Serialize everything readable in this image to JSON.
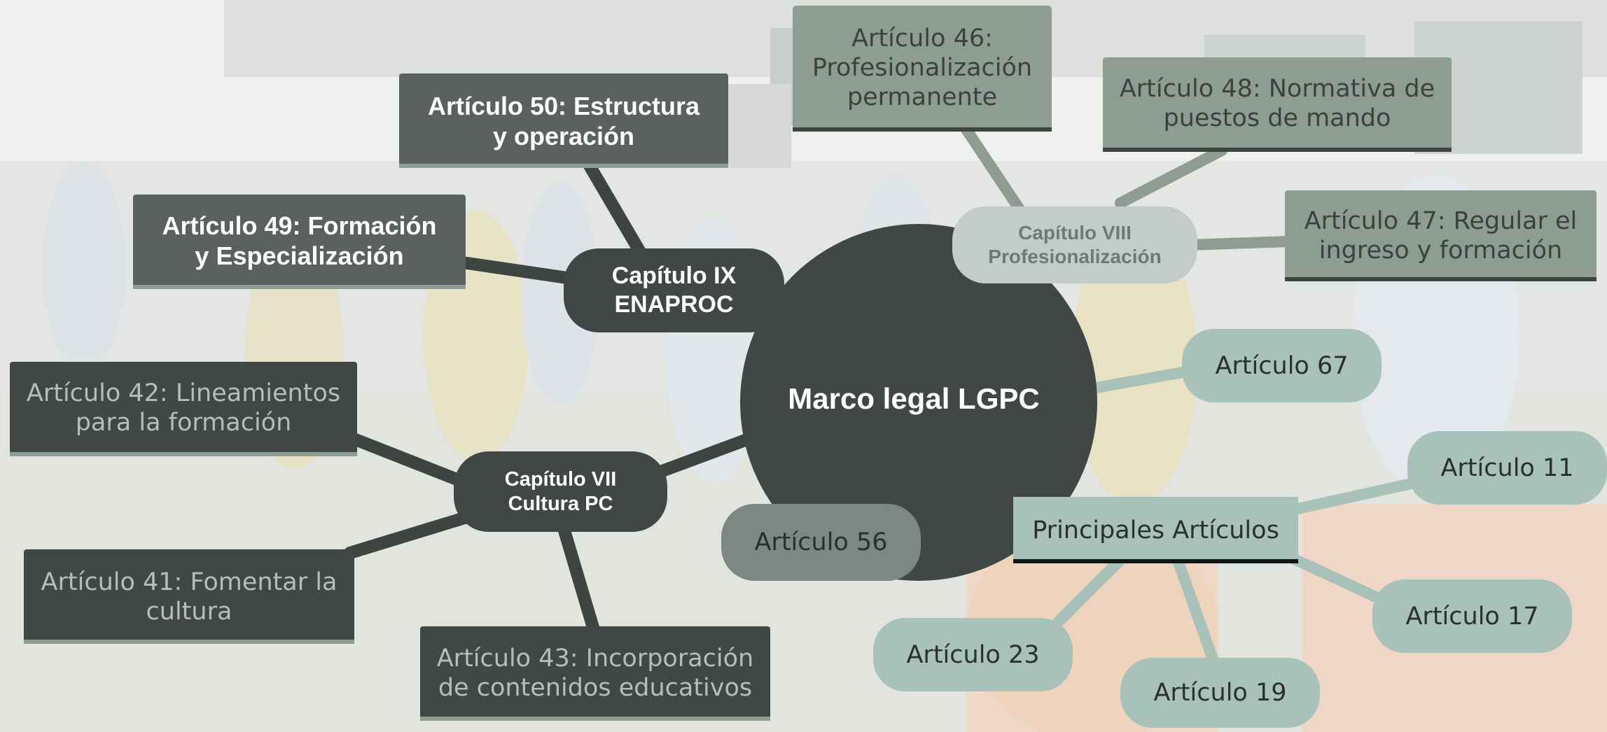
{
  "background": {
    "scene_description_visible": "",
    "overlay_color": "#e9ebe8"
  },
  "colors": {
    "dark": "#404744",
    "dark_gray": "#5a615e",
    "mid_gray": "#7b8883",
    "sage": "#8d9d94",
    "pale": "#a9c2b9",
    "connector_dark": "#3d4541",
    "connector_pale": "#a9c2b9",
    "connector_sage": "#8d9d94",
    "text_white": "#ffffff",
    "text_light": "#d7dfdb",
    "text_dark": "#2a302d"
  },
  "center": {
    "label": "Marco legal LGPC"
  },
  "chapters": {
    "ix": {
      "label": "Capítulo IX\nENAPROC"
    },
    "viii": {
      "label": "Capítulo VIII\nProfesionalización"
    },
    "vii": {
      "label": "Capítulo VII\nCultura PC"
    }
  },
  "articles": {
    "a46": "Artículo 46:\nProfesionalización\npermanente",
    "a48": "Artículo 48: Normativa de\npuestos de mando",
    "a47": "Artículo 47: Regular el\ningreso y formación",
    "a50": "Artículo 50: Estructura\ny operación",
    "a49": "Artículo 49: Formación\ny Especialización",
    "a42": "Artículo 42: Lineamientos\npara la formación",
    "a41": "Artículo 41: Fomentar la\ncultura",
    "a43": "Artículo 43: Incorporación\nde contenidos educativos",
    "a67": "Artículo 67",
    "a56": "Artículo 56",
    "a11": "Artículo 11",
    "a17": "Artículo 17",
    "a19": "Artículo 19",
    "a23": "Artículo 23"
  },
  "principales": {
    "label": "Principales Artículos"
  }
}
